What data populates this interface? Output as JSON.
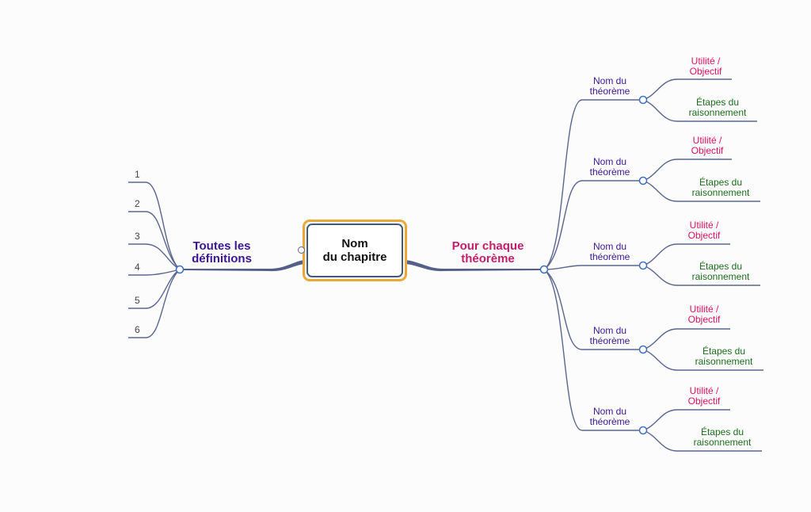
{
  "central": {
    "line1": "Nom",
    "line2": "du chapitre"
  },
  "left_branch": {
    "line1": "Toutes les",
    "line2": "définitions",
    "items": [
      "1",
      "2",
      "3",
      "4",
      "5",
      "6"
    ]
  },
  "right_branch": {
    "line1": "Pour chaque",
    "line2": "théorème",
    "theorems": [
      {
        "name1": "Nom du",
        "name2": "théorème",
        "util1": "Utilité /",
        "util2": "Objectif",
        "etape1": "Étapes du",
        "etape2": "raisonnement"
      },
      {
        "name1": "Nom du",
        "name2": "théorème",
        "util1": "Utilité /",
        "util2": "Objectif",
        "etape1": "Étapes du",
        "etape2": "raisonnement"
      },
      {
        "name1": "Nom du",
        "name2": "théorème",
        "util1": "Utilité /",
        "util2": "Objectif",
        "etape1": "Étapes du",
        "etape2": "raisonnement"
      },
      {
        "name1": "Nom du",
        "name2": "théorème",
        "util1": "Utilité /",
        "util2": "Objectif",
        "etape1": "Étapes du",
        "etape2": "raisonnement"
      },
      {
        "name1": "Nom du",
        "name2": "théorème",
        "util1": "Utilité /",
        "util2": "Objectif",
        "etape1": "Étapes du",
        "etape2": "raisonnement"
      }
    ]
  }
}
